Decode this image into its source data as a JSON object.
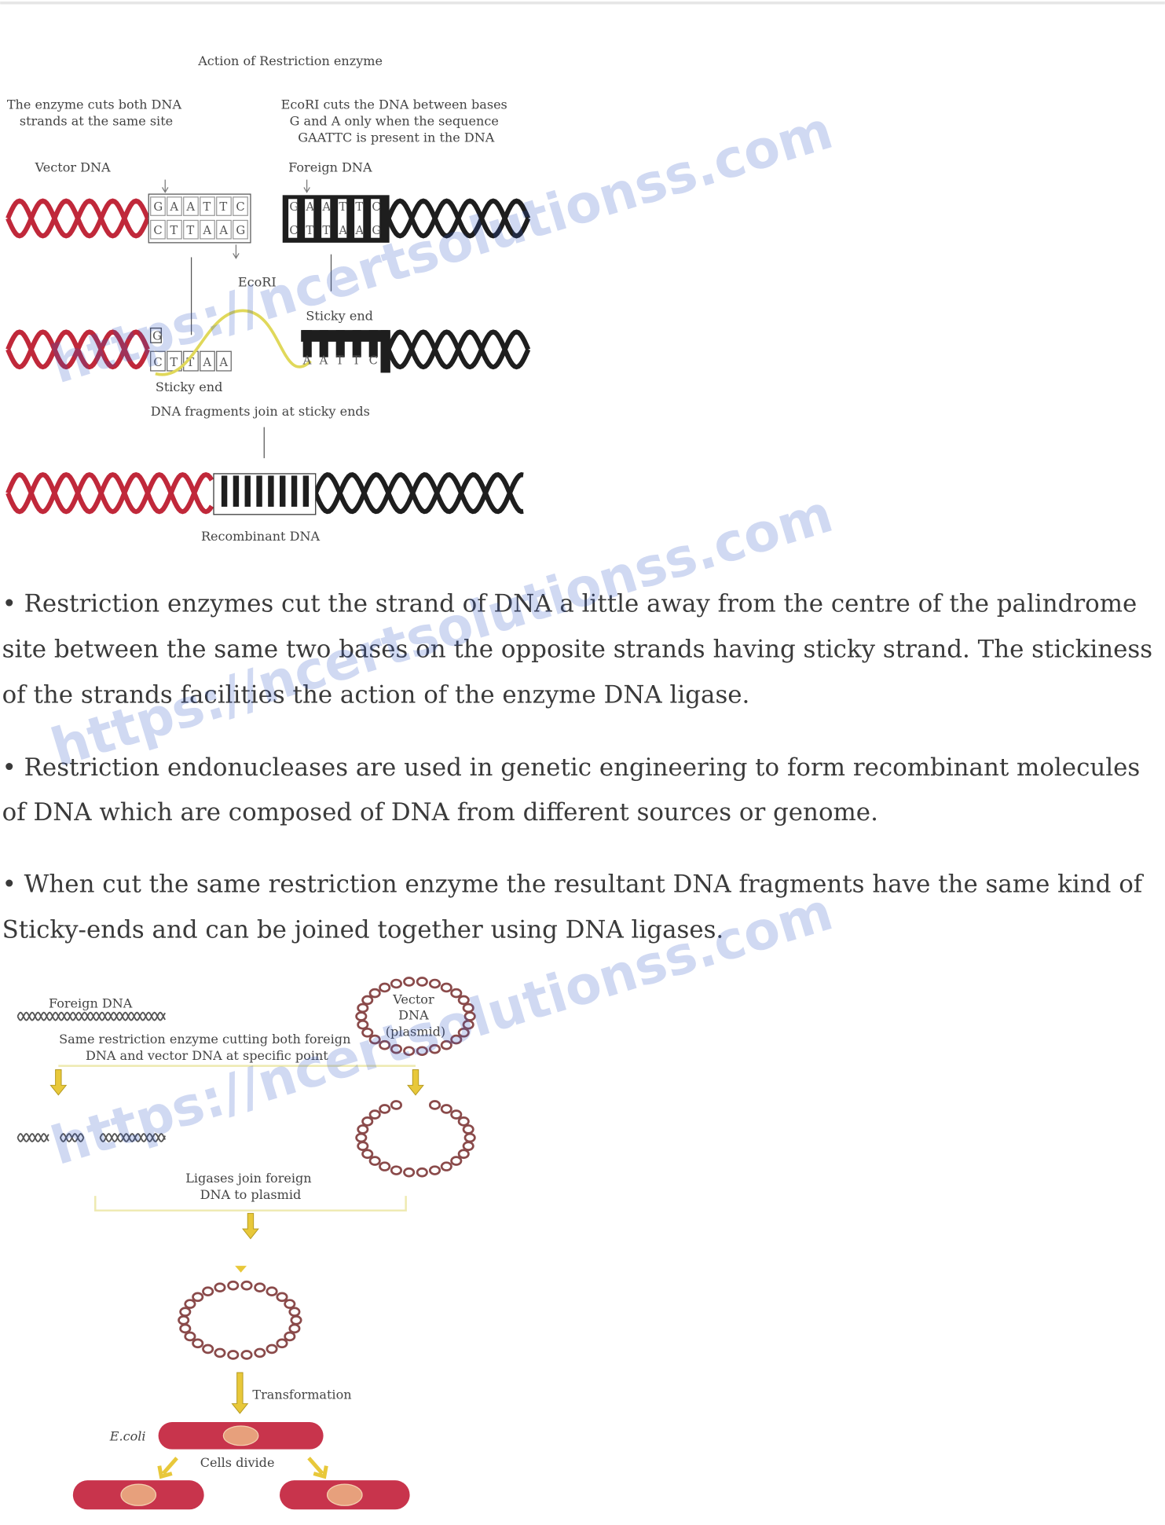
{
  "watermark": "https://ncertsolutionss.com",
  "figure1": {
    "title": "Action of Restriction enzyme",
    "left_note": [
      "The enzyme cuts both DNA",
      "strands at the same site"
    ],
    "right_note": [
      "EcoRI cuts the DNA between bases",
      "G and A only when the sequence",
      "GAATTC is present in the DNA"
    ],
    "vector_label": "Vector DNA",
    "foreign_label": "Foreign DNA",
    "top_strand": [
      "G",
      "A",
      "A",
      "T",
      "T",
      "C"
    ],
    "bottom_strand": [
      "C",
      "T",
      "T",
      "A",
      "A",
      "G"
    ],
    "enzyme_label": "EcoRI",
    "sticky_end_right": "Sticky end",
    "sticky_end_left": "Sticky end",
    "join_label": "DNA fragments join at sticky ends",
    "recombinant_label": "Recombinant DNA",
    "colors": {
      "vector": "#c0283a",
      "foreign": "#1e1e1e",
      "enzyme_path": "#e0d85a"
    }
  },
  "paragraphs": [
    [
      "• Restriction enzymes cut the strand of DNA a little away from the centre of the palindrome",
      "site between the same two bases on the opposite strands having sticky strand. The stickiness",
      "of the strands facilities the action of the enzyme DNA ligase."
    ],
    [
      "• Restriction endonucleases are used in genetic engineering to form recombinant molecules",
      "of DNA which are composed of DNA from different sources or genome."
    ],
    [
      "• When cut the same restriction enzyme the resultant DNA fragments have the same kind of",
      "Sticky-ends and can be joined together using DNA ligases."
    ]
  ],
  "figure2": {
    "foreign_label": "Foreign DNA",
    "vector_label": [
      "Vector",
      "DNA",
      "(plasmid)"
    ],
    "cut_label": [
      "Same restriction enzyme cutting both foreign",
      "DNA and vector DNA at specific point"
    ],
    "ligase_label": [
      "Ligases join foreign",
      "DNA to plasmid"
    ],
    "transformation_label": "Transformation",
    "ecoli_label": "E.coli",
    "divide_label": "Cells divide",
    "colors": {
      "plasmid": "#8a4a4a",
      "arrow": "#e8c83a",
      "cell": "#c8344c"
    }
  }
}
